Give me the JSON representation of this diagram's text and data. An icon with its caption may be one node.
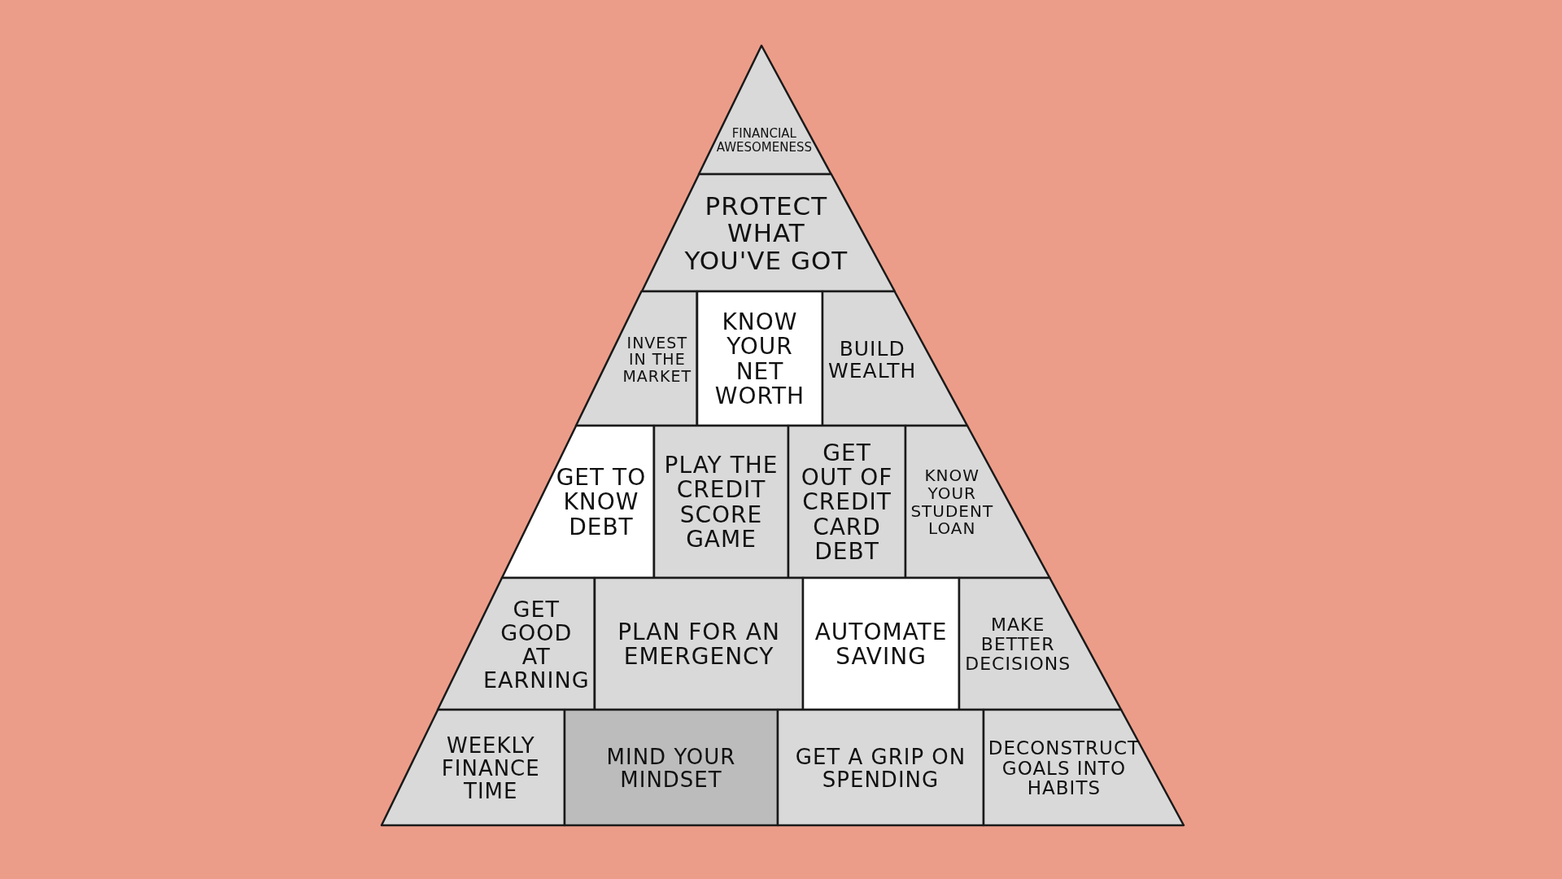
{
  "diagram": {
    "nodes": [
      {
        "text": [
          "FINANCIAL AWESOMENESS"
        ]
      },
      {
        "text": [
          "PROTECT WHAT YOU'VE GOT"
        ]
      },
      {
        "text": [
          "INVEST IN THE MARKET"
        ]
      },
      {
        "text": [
          "KNOW YOUR NET WORTH"
        ]
      },
      {
        "text": [
          "BUILD WEALTH"
        ]
      },
      {
        "text": [
          "GET TO KNOW DEBT"
        ]
      },
      {
        "text": [
          "PLAY THE CREDIT SCORE GAME"
        ]
      },
      {
        "text": [
          "GET OUT OF CREDIT CARD DEBT"
        ]
      },
      {
        "text": [
          "KNOW YOUR STUDENT LOAN"
        ]
      },
      {
        "text": [
          "GET GOOD AT EARNING"
        ]
      },
      {
        "text": [
          "PLAN FOR AN EMERGENCY"
        ]
      },
      {
        "text": [
          "AUTOMATE SAVING"
        ]
      },
      {
        "text": [
          "MAKE BETTER DECISIONS"
        ]
      },
      {
        "text": [
          "WEEKLY FINANCE TIME"
        ]
      },
      {
        "text": [
          "MIND YOUR MINDSET"
        ]
      },
      {
        "text": [
          "GET A GRIP ON SPENDING"
        ]
      },
      {
        "text": [
          "DECONSTRUCT GOALS INTO HABITS"
        ]
      }
    ]
  }
}
